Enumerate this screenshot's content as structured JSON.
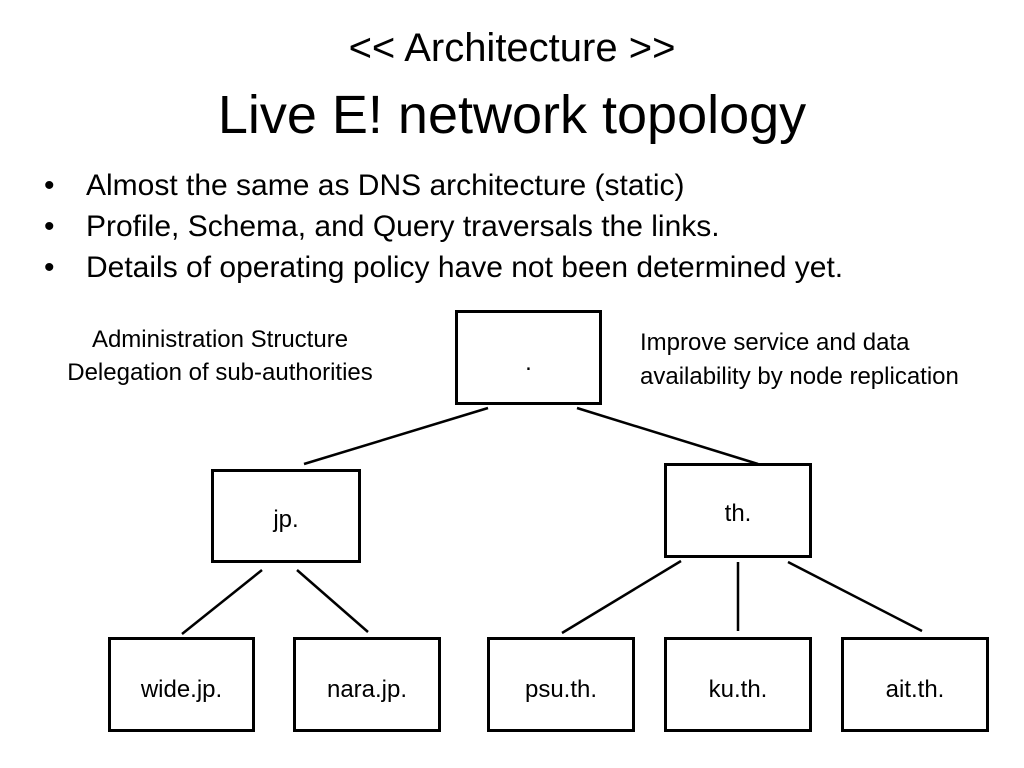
{
  "title": {
    "line1": "<< Architecture >>",
    "line2": "Live E! network topology"
  },
  "bullets": [
    "Almost the same as DNS architecture (static)",
    "Profile, Schema, and Query traversals the links.",
    "Details of operating policy have not been determined yet."
  ],
  "bullet_glyph": "•",
  "notes": {
    "left_line1": "Administration Structure",
    "left_line2": "Delegation of sub-authorities",
    "right_line1": "Improve service and data",
    "right_line2": "availability by node replication"
  },
  "nodes": {
    "root": ".",
    "jp": "jp.",
    "th": "th.",
    "wide_jp": "wide.jp.",
    "nara_jp": "nara.jp.",
    "psu_th": "psu.th.",
    "ku_th": "ku.th.",
    "ait_th": "ait.th."
  },
  "edges": [
    {
      "from": "root",
      "to": "jp"
    },
    {
      "from": "root",
      "to": "th"
    },
    {
      "from": "jp",
      "to": "wide_jp"
    },
    {
      "from": "jp",
      "to": "nara_jp"
    },
    {
      "from": "th",
      "to": "psu_th"
    },
    {
      "from": "th",
      "to": "ku_th"
    },
    {
      "from": "th",
      "to": "ait_th"
    }
  ]
}
